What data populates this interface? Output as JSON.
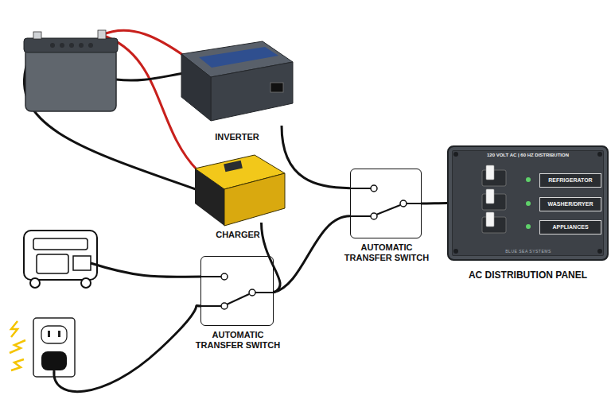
{
  "diagram": {
    "nodes": [
      {
        "text": [
          "INVERTER"
        ]
      },
      {
        "text": [
          "CHARGER"
        ]
      },
      {
        "text": [
          "AUTOMATIC TRANSFER SWITCH"
        ]
      },
      {
        "text": [
          "120 VOLT AC | 60 HZ DISTRIBUTION",
          "AC DISTRIBUTION PANEL"
        ]
      },
      {
        "text": [
          "REFRIGERATOR"
        ],
        "in": 3
      },
      {
        "text": [
          "WASHER/DRYER"
        ],
        "in": 3
      },
      {
        "text": [
          "APPLIANCES"
        ],
        "in": 3
      },
      {
        "text": [
          "AUTOMATIC TRANSFER SWITCH"
        ]
      }
    ],
    "edges": [
      {
        "from": 0,
        "to": 2,
        "arrow": "none"
      },
      {
        "from": 7,
        "to": 1,
        "arrow": "none"
      },
      {
        "from": 7,
        "to": 2,
        "arrow": "none"
      },
      {
        "from": 2,
        "to": 3,
        "arrow": "none"
      }
    ],
    "labels": [
      "BLUE SEA SYSTEMS"
    ]
  }
}
